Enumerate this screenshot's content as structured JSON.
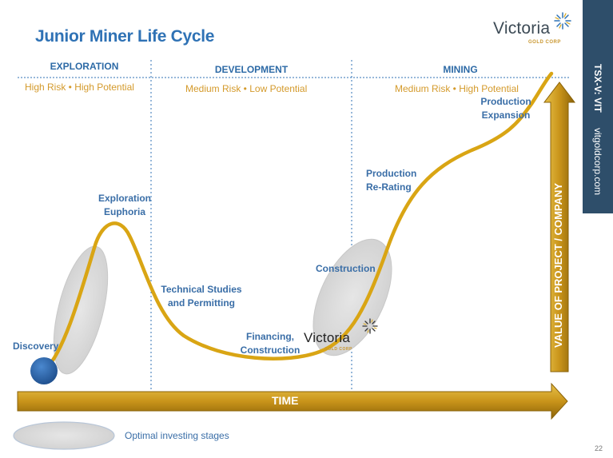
{
  "title": "Junior Miner Life Cycle",
  "logo": {
    "name": "Victoria",
    "sub": "GOLD CORP"
  },
  "phases": [
    {
      "name": "EXPLORATION",
      "risk": "High Risk • High Potential"
    },
    {
      "name": "DEVELOPMENT",
      "risk": "Medium Risk • Low Potential"
    },
    {
      "name": "MINING",
      "risk": "Medium Risk • High Potential"
    }
  ],
  "stages": {
    "discovery": "Discovery",
    "euphoria_1": "Exploration",
    "euphoria_2": "Euphoria",
    "technical_1": "Technical Studies",
    "technical_2": "and Permitting",
    "financing_1": "Financing,",
    "financing_2": "Construction",
    "construction": "Construction",
    "rerating_1": "Production",
    "rerating_2": "Re-Rating",
    "expansion_1": "Production",
    "expansion_2": "Expansion"
  },
  "axes": {
    "x": "TIME",
    "y": "VALUE OF PROJECT / COMPANY"
  },
  "legend": {
    "label": "Optimal investing stages"
  },
  "sidebar": {
    "ticker": "TSX-V: VIT",
    "website": "vitgoldcorp.com"
  },
  "page_number": "22",
  "colors": {
    "gold": "#d9a514",
    "blue": "#2f72b5",
    "sidebar": "#2e4e6a",
    "risk": "#d49a2b"
  }
}
